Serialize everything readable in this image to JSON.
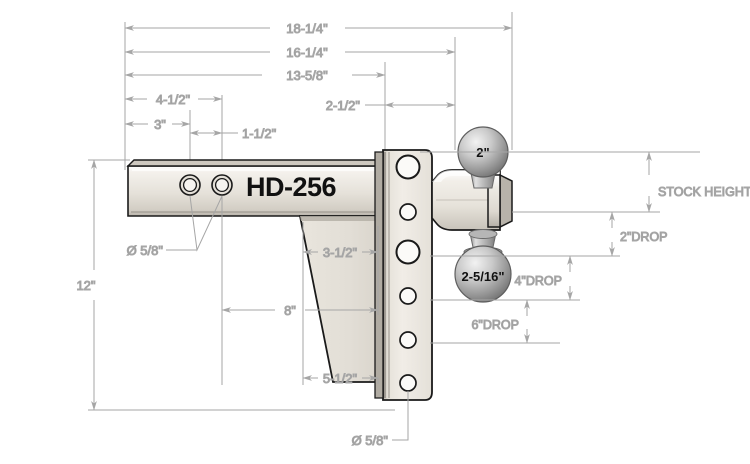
{
  "drawing": {
    "title": "HD-256",
    "product_label": "HD-256",
    "units": "inches"
  },
  "dimensions": {
    "top": [
      {
        "id": "overall_length",
        "label": "18-1/4\"",
        "value": 18.25
      },
      {
        "id": "length_to_plate_face",
        "label": "16-1/4\"",
        "value": 16.25
      },
      {
        "id": "length_to_plate_back",
        "label": "13-5/8\"",
        "value": 13.625
      },
      {
        "id": "hole2_from_end",
        "label": "4-1/2\"",
        "value": 4.5
      },
      {
        "id": "hole1_from_end",
        "label": "3\"",
        "value": 3.0
      },
      {
        "id": "hole_spacing",
        "label": "1-1/2\"",
        "value": 1.5
      },
      {
        "id": "plate_thickness_zone",
        "label": "2-1/2\"",
        "value": 2.5
      }
    ],
    "left": [
      {
        "id": "overall_height",
        "label": "12\"",
        "value": 12.0
      }
    ],
    "internal": [
      {
        "id": "shank_hole_dia",
        "label": "Ø 5/8\"",
        "value": 0.625
      },
      {
        "id": "gusset_top_offset",
        "label": "3-1/2\"",
        "value": 3.5
      },
      {
        "id": "gusset_length",
        "label": "8\"",
        "value": 8.0
      },
      {
        "id": "gusset_base",
        "label": "5-1/2\"",
        "value": 5.5
      },
      {
        "id": "plate_hole_dia",
        "label": "Ø 5/8\"",
        "value": 0.625
      }
    ],
    "right": [
      {
        "id": "stock_height",
        "label": "STOCK HEIGHT"
      },
      {
        "id": "drop_2",
        "label": "2\"DROP",
        "value": 2.0
      },
      {
        "id": "drop_4",
        "label": "4\"DROP",
        "value": 4.0
      },
      {
        "id": "drop_6",
        "label": "6\"DROP",
        "value": 6.0
      }
    ]
  },
  "balls": [
    {
      "id": "upper-ball",
      "label": "2\"",
      "size": 2.0
    },
    {
      "id": "lower-ball",
      "label": "2-5/16\"",
      "size": 2.3125
    }
  ],
  "colors": {
    "dimension_line": "#a6a6a6",
    "dimension_text": "#8b8b8b",
    "outline": "#1a1a1a",
    "metal_light": "#f0ece6",
    "metal_mid": "#d8d3cb",
    "metal_dark": "#8a8a8a",
    "ball_light": "#e8e8e8",
    "ball_dark": "#707070",
    "background": "#ffffff"
  }
}
